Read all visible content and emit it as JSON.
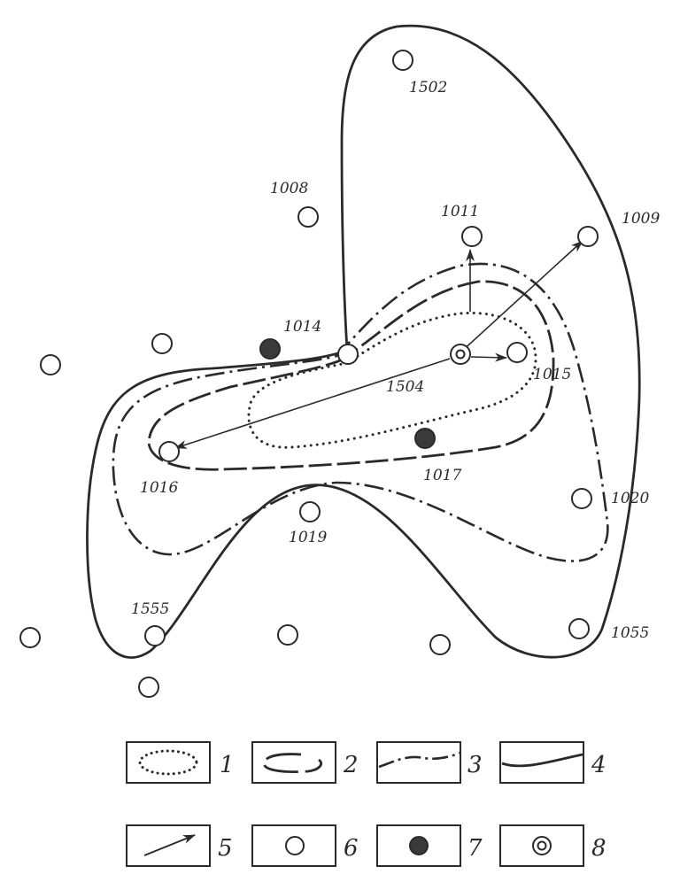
{
  "wells": [
    {
      "id": "1502",
      "type": "open"
    },
    {
      "id": "1008",
      "type": "open"
    },
    {
      "id": "1011",
      "type": "open"
    },
    {
      "id": "1009",
      "type": "open"
    },
    {
      "id": "1014",
      "type": "open"
    },
    {
      "id": "1015",
      "type": "open"
    },
    {
      "id": "1504",
      "type": "injection"
    },
    {
      "id": "1016",
      "type": "open"
    },
    {
      "id": "1017",
      "type": "filled"
    },
    {
      "id": "1019",
      "type": "open"
    },
    {
      "id": "1020",
      "type": "open"
    },
    {
      "id": "1555",
      "type": "open"
    },
    {
      "id": "1055",
      "type": "open"
    }
  ],
  "legend": [
    {
      "number": "1",
      "symbol": "dotted-contour"
    },
    {
      "number": "2",
      "symbol": "dashed-contour"
    },
    {
      "number": "3",
      "symbol": "dash-dot-line"
    },
    {
      "number": "4",
      "symbol": "solid-line"
    },
    {
      "number": "5",
      "symbol": "arrow"
    },
    {
      "number": "6",
      "symbol": "open-circle"
    },
    {
      "number": "7",
      "symbol": "filled-circle"
    },
    {
      "number": "8",
      "symbol": "double-circle"
    }
  ],
  "colors": {
    "ink": "#2a2a2a",
    "background": "#ffffff"
  }
}
